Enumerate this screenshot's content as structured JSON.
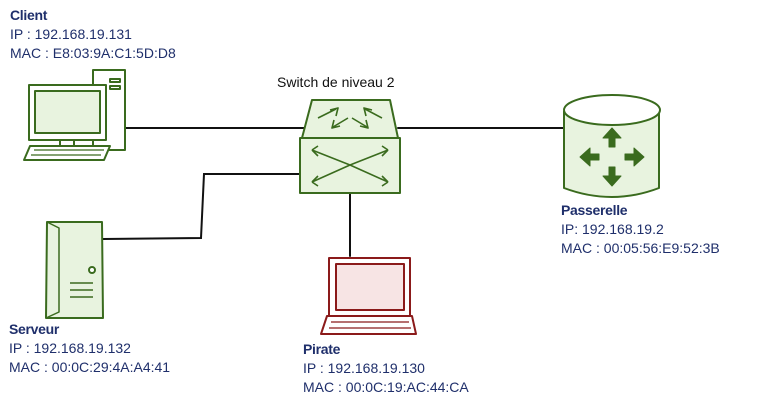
{
  "switch": {
    "label": "Switch de niveau 2"
  },
  "client": {
    "name": "Client",
    "ip": "IP : 192.168.19.131",
    "mac": "MAC : E8:03:9A:C1:5D:D8"
  },
  "serveur": {
    "name": "Serveur",
    "ip": "IP : 192.168.19.132",
    "mac": "MAC : 00:0C:29:4A:A4:41"
  },
  "pirate": {
    "name": "Pirate",
    "ip": "IP : 192.168.19.130",
    "mac": "MAC : 00:0C:19:AC:44:CA"
  },
  "passerelle": {
    "name": "Passerelle",
    "ip": "IP: 192.168.19.2",
    "mac": "MAC : 00:05:56:E9:52:3B"
  },
  "colors": {
    "device_green": "#3a6b1e",
    "device_fill": "#e8f3df",
    "pirate_red": "#8b1a1a",
    "label_blue": "#1f2f6b"
  },
  "icons": [
    "desktop-computer-icon",
    "server-tower-icon",
    "laptop-icon",
    "switch-icon",
    "router-icon"
  ]
}
